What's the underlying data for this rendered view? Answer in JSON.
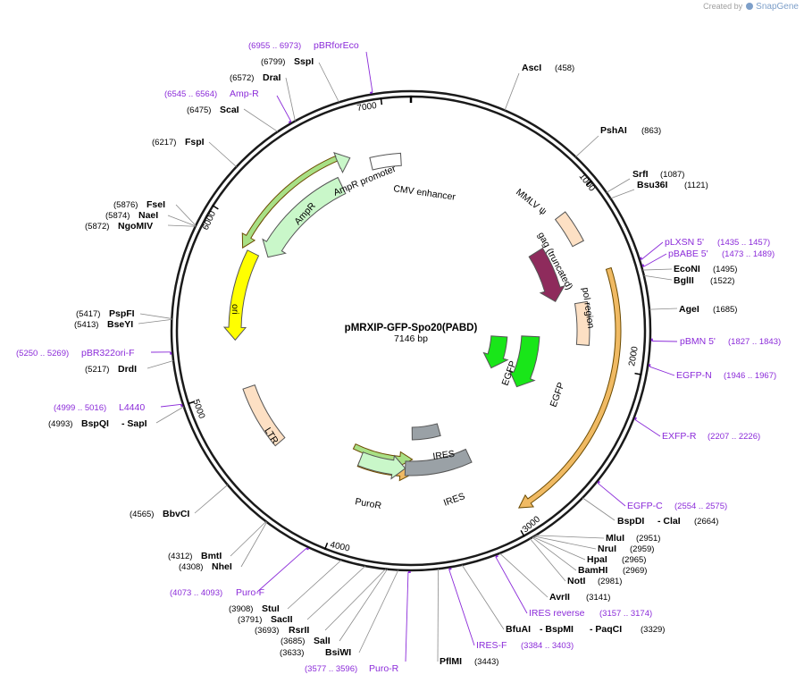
{
  "credit": {
    "prefix": "Created by",
    "brand": "SnapGene"
  },
  "plasmid": {
    "name": "pMRXIP-GFP-Spo20(PABD)",
    "length_label": "7146 bp",
    "length": 7146
  },
  "ticks": [
    "1000",
    "2000",
    "3000",
    "4000",
    "5000",
    "6000",
    "7000"
  ],
  "features": [
    {
      "label": "CMV enhancer",
      "kind": "box"
    },
    {
      "label": "MMLV ψ",
      "kind": "box"
    },
    {
      "label": "gag (truncated)",
      "kind": "arrow"
    },
    {
      "label": "pol region",
      "kind": "box"
    },
    {
      "label": "EGFP",
      "kind": "arrow"
    },
    {
      "label": "EGFP",
      "kind": "arrow"
    },
    {
      "label": "IRES",
      "kind": "box"
    },
    {
      "label": "IRES",
      "kind": "box"
    },
    {
      "label": "PuroR",
      "kind": "arrow"
    },
    {
      "label": "LTR",
      "kind": "box"
    },
    {
      "label": "ori",
      "kind": "arrow"
    },
    {
      "label": "AmpR",
      "kind": "arrow"
    },
    {
      "label": "AmpR promoter",
      "kind": "arrow"
    }
  ],
  "labels": [
    {
      "name": "AscI",
      "pos": "(458)",
      "type": "site"
    },
    {
      "name": "PshAI",
      "pos": "(863)",
      "type": "site"
    },
    {
      "name": "SrfI",
      "pos": "(1087)",
      "type": "site"
    },
    {
      "name": "Bsu36I",
      "pos": "(1121)",
      "type": "site"
    },
    {
      "name": "pLXSN 5'",
      "pos": "(1435 .. 1457)",
      "type": "primer"
    },
    {
      "name": "pBABE 5'",
      "pos": "(1473 .. 1489)",
      "type": "primer"
    },
    {
      "name": "EcoNI",
      "pos": "(1495)",
      "type": "site"
    },
    {
      "name": "BglII",
      "pos": "(1522)",
      "type": "site"
    },
    {
      "name": "AgeI",
      "pos": "(1685)",
      "type": "site"
    },
    {
      "name": "pBMN 5'",
      "pos": "(1827 .. 1843)",
      "type": "primer"
    },
    {
      "name": "EGFP-N",
      "pos": "(1946 .. 1967)",
      "type": "primer"
    },
    {
      "name": "EXFP-R",
      "pos": "(2207 .. 2226)",
      "type": "primer"
    },
    {
      "name": "EGFP-C",
      "pos": "(2554 .. 2575)",
      "type": "primer"
    },
    {
      "name": "BspDI",
      "pos": "",
      "type": "site"
    },
    {
      "name": "- ClaI",
      "pos": "(2664)",
      "type": "site"
    },
    {
      "name": "MluI",
      "pos": "(2951)",
      "type": "site"
    },
    {
      "name": "NruI",
      "pos": "(2959)",
      "type": "site"
    },
    {
      "name": "HpaI",
      "pos": "(2965)",
      "type": "site"
    },
    {
      "name": "BamHI",
      "pos": "(2969)",
      "type": "site"
    },
    {
      "name": "NotI",
      "pos": "(2981)",
      "type": "site"
    },
    {
      "name": "AvrII",
      "pos": "(3141)",
      "type": "site"
    },
    {
      "name": "IRES reverse",
      "pos": "(3157 .. 3174)",
      "type": "primer"
    },
    {
      "name": "BfuAI",
      "pos": "",
      "type": "site"
    },
    {
      "name": "- BspMI",
      "pos": "",
      "type": "site"
    },
    {
      "name": "- PaqCI",
      "pos": "(3329)",
      "type": "site"
    },
    {
      "name": "IRES-F",
      "pos": "(3384 .. 3403)",
      "type": "primer"
    },
    {
      "name": "PflMI",
      "pos": "(3443)",
      "type": "site"
    },
    {
      "name": "Puro-R",
      "pos": "(3577 .. 3596)",
      "type": "primer"
    },
    {
      "name": "BsiWI",
      "pos": "(3633)",
      "type": "site"
    },
    {
      "name": "SalI",
      "pos": "(3685)",
      "type": "site"
    },
    {
      "name": "RsrII",
      "pos": "(3693)",
      "type": "site"
    },
    {
      "name": "SacII",
      "pos": "(3791)",
      "type": "site"
    },
    {
      "name": "StuI",
      "pos": "(3908)",
      "type": "site"
    },
    {
      "name": "Puro-F",
      "pos": "(4073 .. 4093)",
      "type": "primer"
    },
    {
      "name": "NheI",
      "pos": "(4308)",
      "type": "site"
    },
    {
      "name": "BmtI",
      "pos": "(4312)",
      "type": "site"
    },
    {
      "name": "BbvCI",
      "pos": "(4565)",
      "type": "site"
    },
    {
      "name": "BspQI",
      "pos": "(4993)",
      "type": "site"
    },
    {
      "name": "- SapI",
      "pos": "",
      "type": "site"
    },
    {
      "name": "L4440",
      "pos": "(4999 .. 5016)",
      "type": "primer"
    },
    {
      "name": "DrdI",
      "pos": "(5217)",
      "type": "site"
    },
    {
      "name": "pBR322ori-F",
      "pos": "(5250 .. 5269)",
      "type": "primer"
    },
    {
      "name": "BseYI",
      "pos": "(5413)",
      "type": "site"
    },
    {
      "name": "PspFI",
      "pos": "(5417)",
      "type": "site"
    },
    {
      "name": "NgoMIV",
      "pos": "(5872)",
      "type": "site"
    },
    {
      "name": "NaeI",
      "pos": "(5874)",
      "type": "site"
    },
    {
      "name": "FseI",
      "pos": "(5876)",
      "type": "site"
    },
    {
      "name": "FspI",
      "pos": "(6217)",
      "type": "site"
    },
    {
      "name": "ScaI",
      "pos": "(6475)",
      "type": "site"
    },
    {
      "name": "Amp-R",
      "pos": "(6545 .. 6564)",
      "type": "primer"
    },
    {
      "name": "DraI",
      "pos": "(6572)",
      "type": "site"
    },
    {
      "name": "SspI",
      "pos": "(6799)",
      "type": "site"
    },
    {
      "name": "pBRforEco",
      "pos": "(6955 .. 6973)",
      "type": "primer"
    }
  ],
  "colors": {
    "backbone": "#1a1a1a",
    "primer": "#8b2bd9",
    "ltr": "#fde0c4",
    "ires": "#9aa1a6",
    "egfp": "#19e619",
    "gag": "#8e2b5c",
    "ori": "#ffff00",
    "ampr": "#c9f7c9",
    "cmv": "#ffffff",
    "orf_orange": "#f0ba63",
    "orf_green": "#a8e085"
  }
}
